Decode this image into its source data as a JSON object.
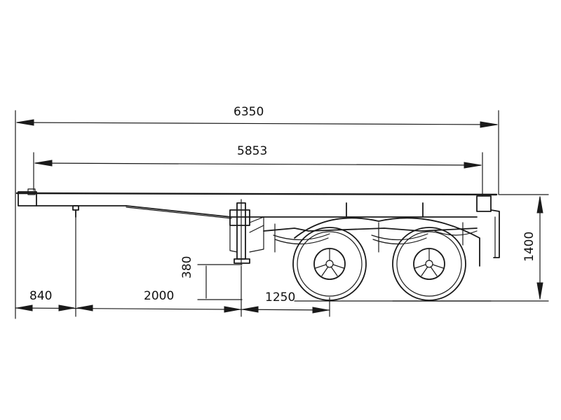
{
  "dimensions": {
    "overall_length": "6350",
    "platform_length": "5853",
    "overall_height": "1400",
    "support_height": "380",
    "front_overhang": "840",
    "kingpin_to_support": "2000",
    "support_to_axle": "1250"
  },
  "colors": {
    "line": "#1a1a1a",
    "background": "#ffffff"
  }
}
